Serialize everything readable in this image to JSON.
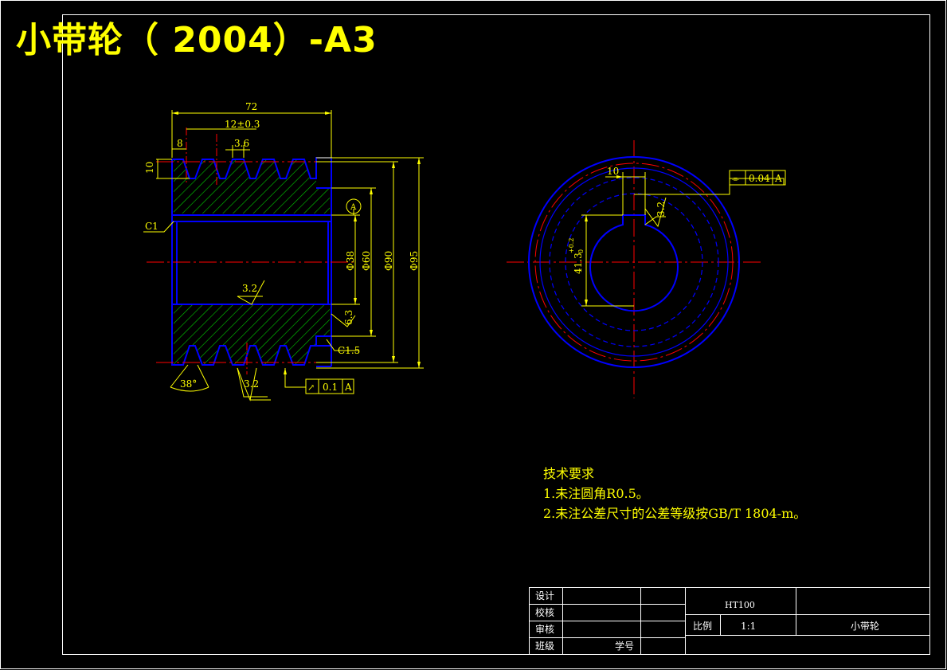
{
  "title": "小带轮（ 2004）-A3",
  "dimensions": {
    "width": "72",
    "pitch": "12±0.3",
    "end_offset": "8",
    "groove_top": "3.6",
    "groove_depth": "10",
    "bore": "Φ38",
    "shoulder": "Φ60",
    "body": "Φ90",
    "outer": "Φ95",
    "chamfer_left": "C1",
    "chamfer_right": "C1.5",
    "groove_angle": "38°",
    "rough_bore": "3.2",
    "rough_groove": "3.2",
    "rough_face": "6.3",
    "rough_key": "3.2",
    "keyway_width": "10",
    "keyway_height": "41.3",
    "keyway_tol_upper": "+0.2",
    "keyway_tol_lower": "0"
  },
  "tolerances": {
    "runout": {
      "value": "0.1",
      "datum": "A",
      "symbol": "↗"
    },
    "symmetry": {
      "value": "0.04",
      "datum": "A",
      "symbol": "⌯"
    },
    "datum_label": "A"
  },
  "tech_requirements": {
    "heading": "技术要求",
    "items": [
      "1.未注圆角R0.5。",
      "2.未注公差尺寸的公差等级按GB/T 1804-m。"
    ]
  },
  "title_block": {
    "design": "设计",
    "check": "校核",
    "review": "审核",
    "class": "班级",
    "student_no": "学号",
    "material": "HT100",
    "scale_label": "比例",
    "scale": "1:1",
    "part_name": "小带轮"
  },
  "colors": {
    "background": "#000000",
    "outline": "#0000ff",
    "dimension": "#ffff00",
    "centerline": "#ff0000",
    "hatch": "#00cc00",
    "frame": "#ffffff"
  }
}
